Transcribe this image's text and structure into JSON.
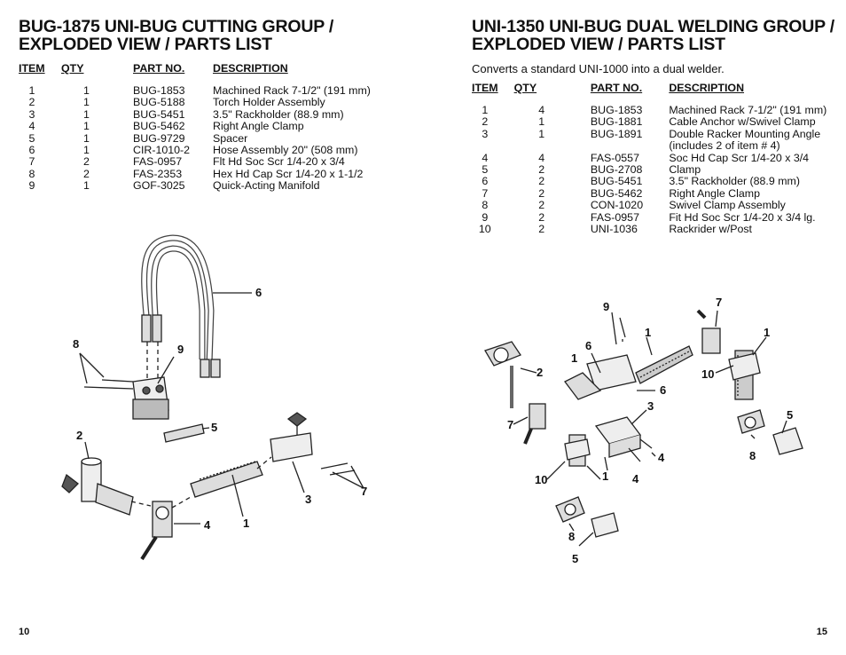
{
  "left_page": {
    "title_line1": "BUG-1875 UNI-BUG CUTTING GROUP /",
    "title_line2": "EXPLODED VIEW / PARTS LIST",
    "headers": {
      "item": "ITEM",
      "qty": "QTY",
      "part": "PART NO.",
      "desc": "DESCRIPTION"
    },
    "rows": [
      {
        "item": "1",
        "qty": "1",
        "part": "BUG-1853",
        "desc": "Machined Rack 7-1/2\" (191 mm)"
      },
      {
        "item": "2",
        "qty": "1",
        "part": "BUG-5188",
        "desc": "Torch Holder Assembly"
      },
      {
        "item": "3",
        "qty": "1",
        "part": "BUG-5451",
        "desc": "3.5\" Rackholder (88.9 mm)"
      },
      {
        "item": "4",
        "qty": "1",
        "part": "BUG-5462",
        "desc": "Right Angle Clamp"
      },
      {
        "item": "5",
        "qty": "1",
        "part": "BUG-9729",
        "desc": "Spacer"
      },
      {
        "item": "6",
        "qty": "1",
        "part": "CIR-1010-2",
        "desc": "Hose Assembly 20\" (508 mm)"
      },
      {
        "item": "7",
        "qty": "2",
        "part": "FAS-0957",
        "desc": "Flt Hd Soc Scr 1/4-20 x 3/4"
      },
      {
        "item": "8",
        "qty": "2",
        "part": "FAS-2353",
        "desc": "Hex Hd Cap Scr 1/4-20 x 1-1/2"
      },
      {
        "item": "9",
        "qty": "1",
        "part": "GOF-3025",
        "desc": "Quick-Acting Manifold"
      }
    ],
    "callouts": {
      "c1": "1",
      "c2": "2",
      "c3": "3",
      "c4": "4",
      "c5": "5",
      "c6": "6",
      "c7": "7",
      "c8": "8",
      "c9": "9"
    },
    "page_number": "10"
  },
  "right_page": {
    "title_line1": "UNI-1350 UNI-BUG DUAL WELDING GROUP /",
    "title_line2": "EXPLODED VIEW / PARTS LIST",
    "intro": "Converts a standard UNI-1000 into a dual welder.",
    "headers": {
      "item": "ITEM",
      "qty": "QTY",
      "part": "PART NO.",
      "desc": "DESCRIPTION"
    },
    "rows": [
      {
        "item": "1",
        "qty": "4",
        "part": "BUG-1853",
        "desc": "Machined Rack 7-1/2\" (191 mm)"
      },
      {
        "item": "2",
        "qty": "1",
        "part": "BUG-1881",
        "desc": "Cable Anchor w/Swivel Clamp"
      },
      {
        "item": "3",
        "qty": "1",
        "part": "BUG-1891",
        "desc": "Double Racker Mounting Angle"
      },
      {
        "item": "",
        "qty": "",
        "part": "",
        "desc": "(includes 2 of item # 4)"
      },
      {
        "item": "4",
        "qty": "4",
        "part": "FAS-0557",
        "desc": "Soc Hd Cap Scr 1/4-20 x 3/4"
      },
      {
        "item": "5",
        "qty": "2",
        "part": "BUG-2708",
        "desc": "Clamp"
      },
      {
        "item": "6",
        "qty": "2",
        "part": "BUG-5451",
        "desc": "3.5\" Rackholder (88.9 mm)"
      },
      {
        "item": "7",
        "qty": "2",
        "part": "BUG-5462",
        "desc": "Right Angle Clamp"
      },
      {
        "item": "8",
        "qty": "2",
        "part": "CON-1020",
        "desc": "Swivel Clamp Assembly"
      },
      {
        "item": "9",
        "qty": "2",
        "part": "FAS-0957",
        "desc": "Fit Hd Soc Scr 1/4-20 x 3/4 lg."
      },
      {
        "item": "10",
        "qty": "2",
        "part": "UNI-1036",
        "desc": "Rackrider w/Post"
      }
    ],
    "callouts": {
      "c1": "1",
      "c2": "2",
      "c3": "3",
      "c4": "4",
      "c5": "5",
      "c6": "6",
      "c7": "7",
      "c8": "8",
      "c9": "9",
      "c10": "10"
    },
    "page_number": "15"
  }
}
